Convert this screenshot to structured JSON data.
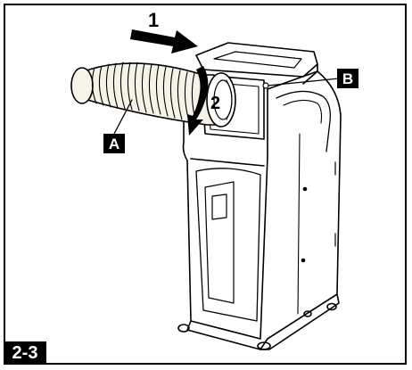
{
  "labels": {
    "step1": "1",
    "step2": "2",
    "callout_a": "A",
    "callout_b": "B"
  },
  "figure_number": "2-3"
}
